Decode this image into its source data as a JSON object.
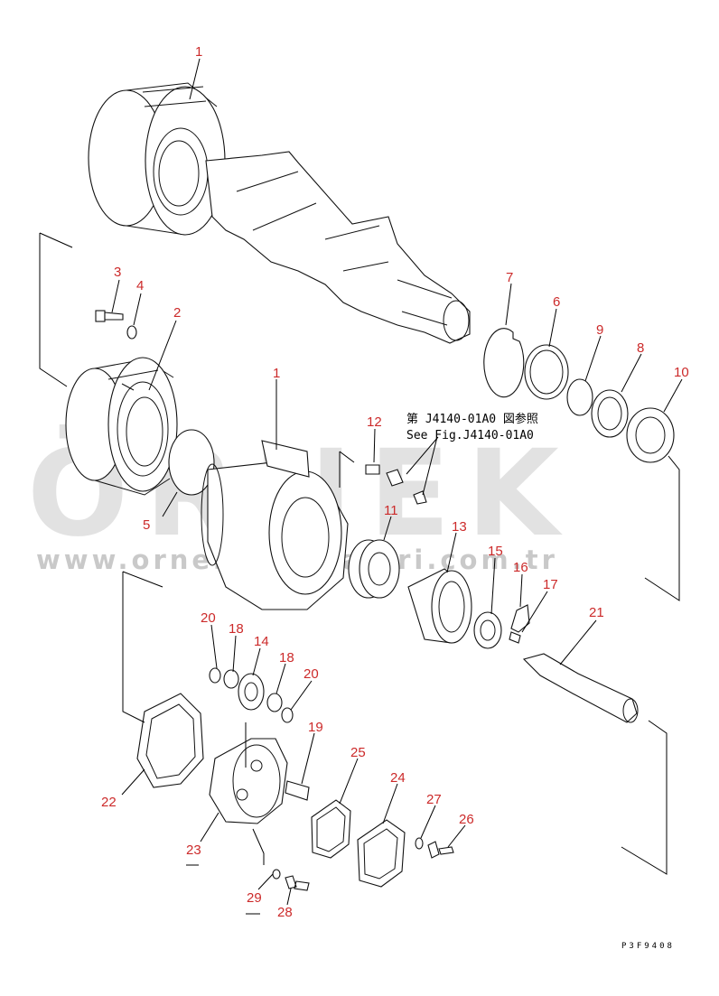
{
  "diagram": {
    "part_numbers": [
      "1",
      "2",
      "3",
      "4",
      "5",
      "1",
      "6",
      "7",
      "8",
      "9",
      "10",
      "11",
      "12",
      "13",
      "14",
      "15",
      "16",
      "17",
      "18",
      "18",
      "19",
      "20",
      "20",
      "21",
      "22",
      "23",
      "24",
      "25",
      "26",
      "27",
      "28",
      "29"
    ],
    "reference_note": {
      "line1": "第 J4140-01A0 図参照",
      "line2": "See Fig.J4140-01A0"
    },
    "figure_code": "P3F9408",
    "watermark": {
      "brand": "ÖRNEK",
      "url": "www.ornekmakinalari.com.tr"
    }
  }
}
